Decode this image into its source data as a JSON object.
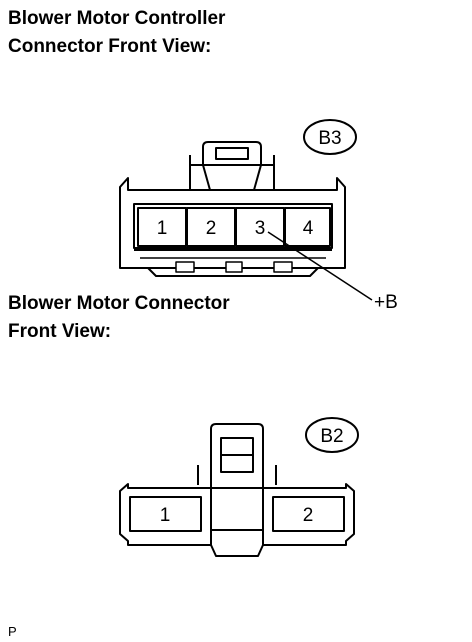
{
  "controller_section": {
    "title_line1": "Blower Motor Controller",
    "title_line2": "Connector Front View:",
    "connector_id": "B3",
    "pins": [
      "1",
      "2",
      "3",
      "4"
    ],
    "terminal_label": "+B"
  },
  "motor_section": {
    "title_line1": "Blower Motor Connector",
    "title_line2": "Front View:",
    "connector_id": "B2",
    "pins": [
      "1",
      "2"
    ]
  },
  "footer_code": "P"
}
